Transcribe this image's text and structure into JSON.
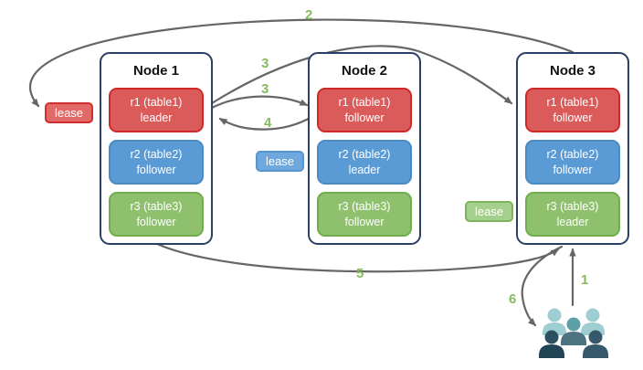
{
  "nodes": [
    {
      "title": "Node 1",
      "ranges": [
        {
          "name": "r1 (table1)",
          "role": "leader",
          "color": "red"
        },
        {
          "name": "r2 (table2)",
          "role": "follower",
          "color": "blue"
        },
        {
          "name": "r3 (table3)",
          "role": "follower",
          "color": "green"
        }
      ]
    },
    {
      "title": "Node 2",
      "ranges": [
        {
          "name": "r1 (table1)",
          "role": "follower",
          "color": "red"
        },
        {
          "name": "r2 (table2)",
          "role": "leader",
          "color": "blue"
        },
        {
          "name": "r3 (table3)",
          "role": "follower",
          "color": "green"
        }
      ]
    },
    {
      "title": "Node 3",
      "ranges": [
        {
          "name": "r1 (table1)",
          "role": "follower",
          "color": "red"
        },
        {
          "name": "r2 (table2)",
          "role": "follower",
          "color": "blue"
        },
        {
          "name": "r3 (table3)",
          "role": "leader",
          "color": "green"
        }
      ]
    }
  ],
  "leases": [
    {
      "label": "lease",
      "color": "red"
    },
    {
      "label": "lease",
      "color": "blue"
    },
    {
      "label": "lease",
      "color": "green"
    }
  ],
  "steps": [
    {
      "id": "1",
      "label": "1"
    },
    {
      "id": "2",
      "label": "2"
    },
    {
      "id": "3a",
      "label": "3"
    },
    {
      "id": "3b",
      "label": "3"
    },
    {
      "id": "4",
      "label": "4"
    },
    {
      "id": "5",
      "label": "5"
    },
    {
      "id": "6",
      "label": "6"
    }
  ],
  "icons": {
    "users": "users-group-icon"
  },
  "colors": {
    "node_border": "#2A3F66",
    "range_red": "#DB5B5B",
    "range_red_border": "#CE2A2A",
    "range_blue": "#5B9BD5",
    "range_blue_border": "#4A8BC2",
    "range_green": "#8FC06E",
    "range_green_border": "#6FAE4C",
    "lease_red": "#E16A66",
    "lease_blue": "#6FA8DC",
    "lease_green": "#A5CF8D",
    "arrow": "#666666",
    "step_label": "#86BB5A",
    "users_light": "#9ECDD2",
    "users_mid": "#5FA0A8",
    "users_slate": "#4C7380",
    "users_dark": "#2B5060",
    "users_navy": "#35596B"
  }
}
